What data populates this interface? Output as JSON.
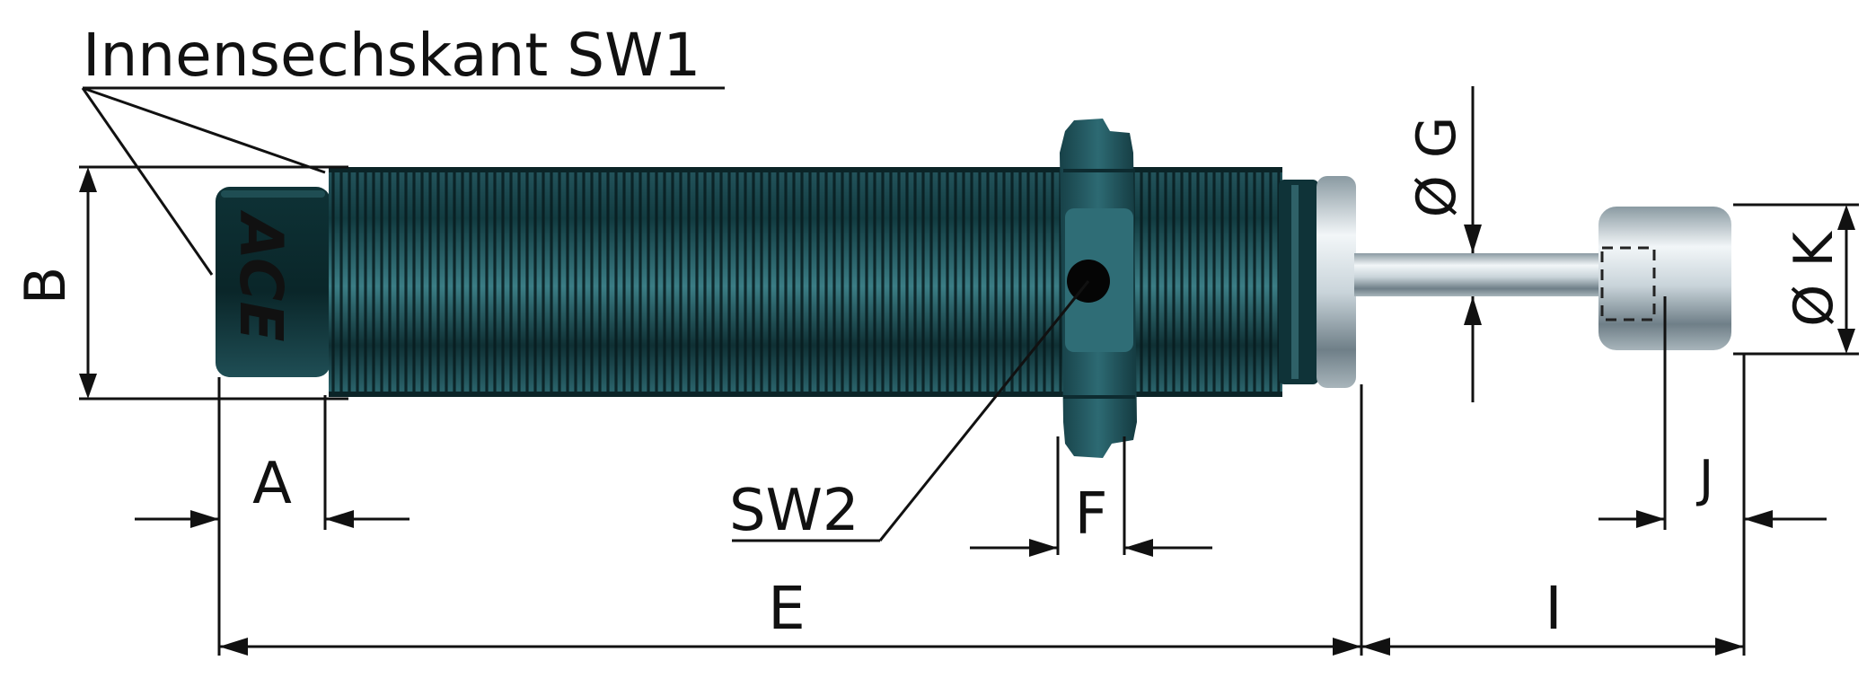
{
  "labels": {
    "hex_socket": "Innensechskant SW1",
    "brand": "ACE",
    "b": "B",
    "a": "A",
    "sw2": "SW2",
    "f": "F",
    "g": "Ø G",
    "k": "Ø K",
    "j": "J",
    "e": "E",
    "i": "I"
  },
  "colors": {
    "body_dark": "#0d2f34",
    "body_mid": "#1f5a63",
    "body_light": "#4f8f97",
    "thread_line": "#07181b",
    "steel_dark": "#7f8d96",
    "steel_light": "#f2f6f8",
    "ink": "#111111"
  }
}
